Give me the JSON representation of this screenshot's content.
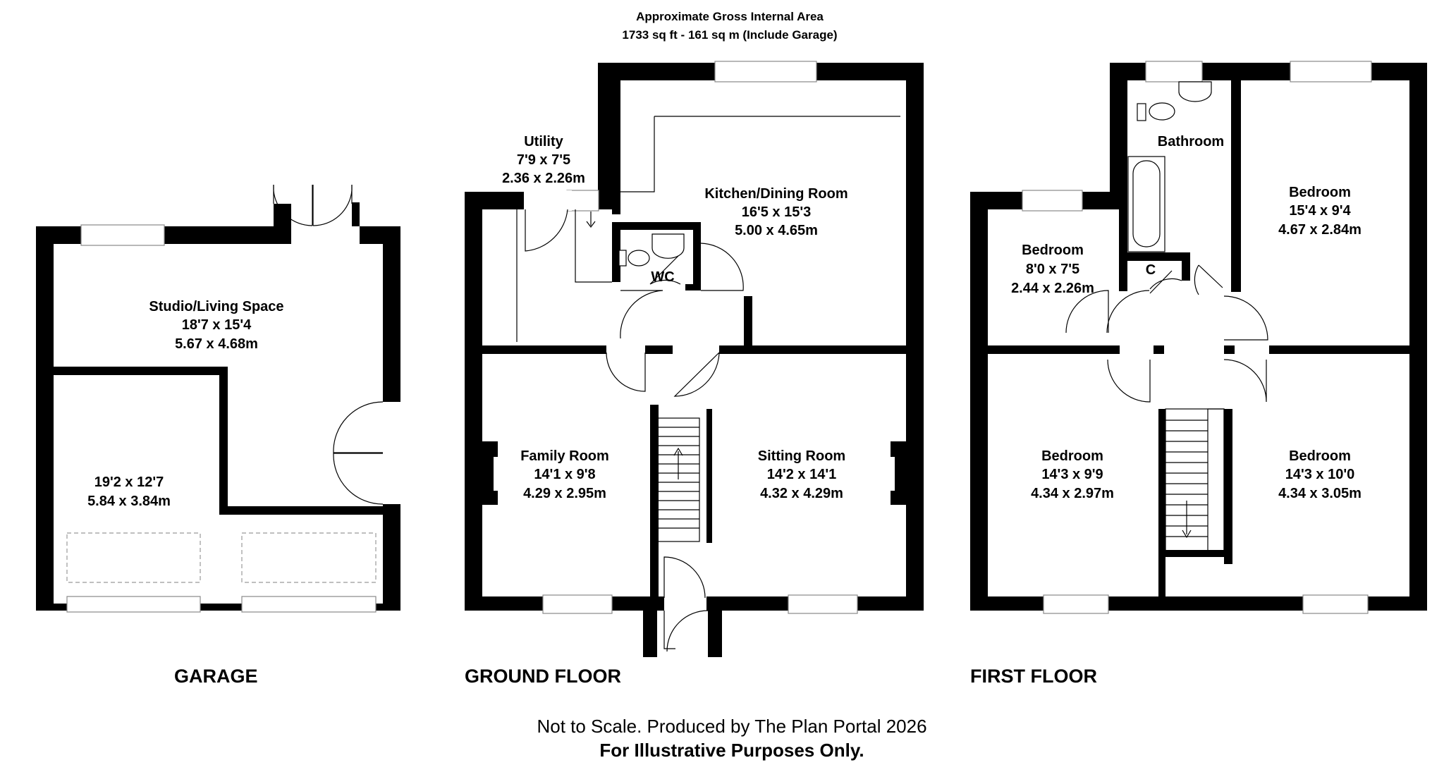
{
  "header": {
    "line1": "Approximate Gross Internal Area",
    "line2": "1733 sq ft - 161 sq m (Include Garage)"
  },
  "floors": {
    "garage": "GARAGE",
    "ground": "GROUND FLOOR",
    "first": "FIRST FLOOR"
  },
  "rooms": {
    "studio": {
      "name": "Studio/Living Space",
      "imperial": "18'7 x 15'4",
      "metric": "5.67 x 4.68m"
    },
    "garage": {
      "imperial": "19'2 x 12'7",
      "metric": "5.84 x 3.84m"
    },
    "utility": {
      "name": "Utility",
      "imperial": "7'9 x 7'5",
      "metric": "2.36 x 2.26m"
    },
    "kitchen": {
      "name": "Kitchen/Dining Room",
      "imperial": "16'5 x 15'3",
      "metric": "5.00 x 4.65m"
    },
    "wc": {
      "name": "WC"
    },
    "family": {
      "name": "Family Room",
      "imperial": "14'1 x 9'8",
      "metric": "4.29 x 2.95m"
    },
    "sitting": {
      "name": "Sitting Room",
      "imperial": "14'2 x 14'1",
      "metric": "4.32 x 4.29m"
    },
    "bathroom": {
      "name": "Bathroom"
    },
    "cupboard": {
      "name": "C"
    },
    "bed_small": {
      "name": "Bedroom",
      "imperial": "8'0 x 7'5",
      "metric": "2.44 x 2.26m"
    },
    "bed_rear": {
      "name": "Bedroom",
      "imperial": "15'4 x 9'4",
      "metric": "4.67 x 2.84m"
    },
    "bed_front_left": {
      "name": "Bedroom",
      "imperial": "14'3 x 9'9",
      "metric": "4.34 x 2.97m"
    },
    "bed_front_right": {
      "name": "Bedroom",
      "imperial": "14'3 x 10'0",
      "metric": "4.34 x 3.05m"
    }
  },
  "footer": {
    "line1": "Not to Scale. Produced by The Plan Portal 2026",
    "line2": "For Illustrative Purposes Only."
  }
}
